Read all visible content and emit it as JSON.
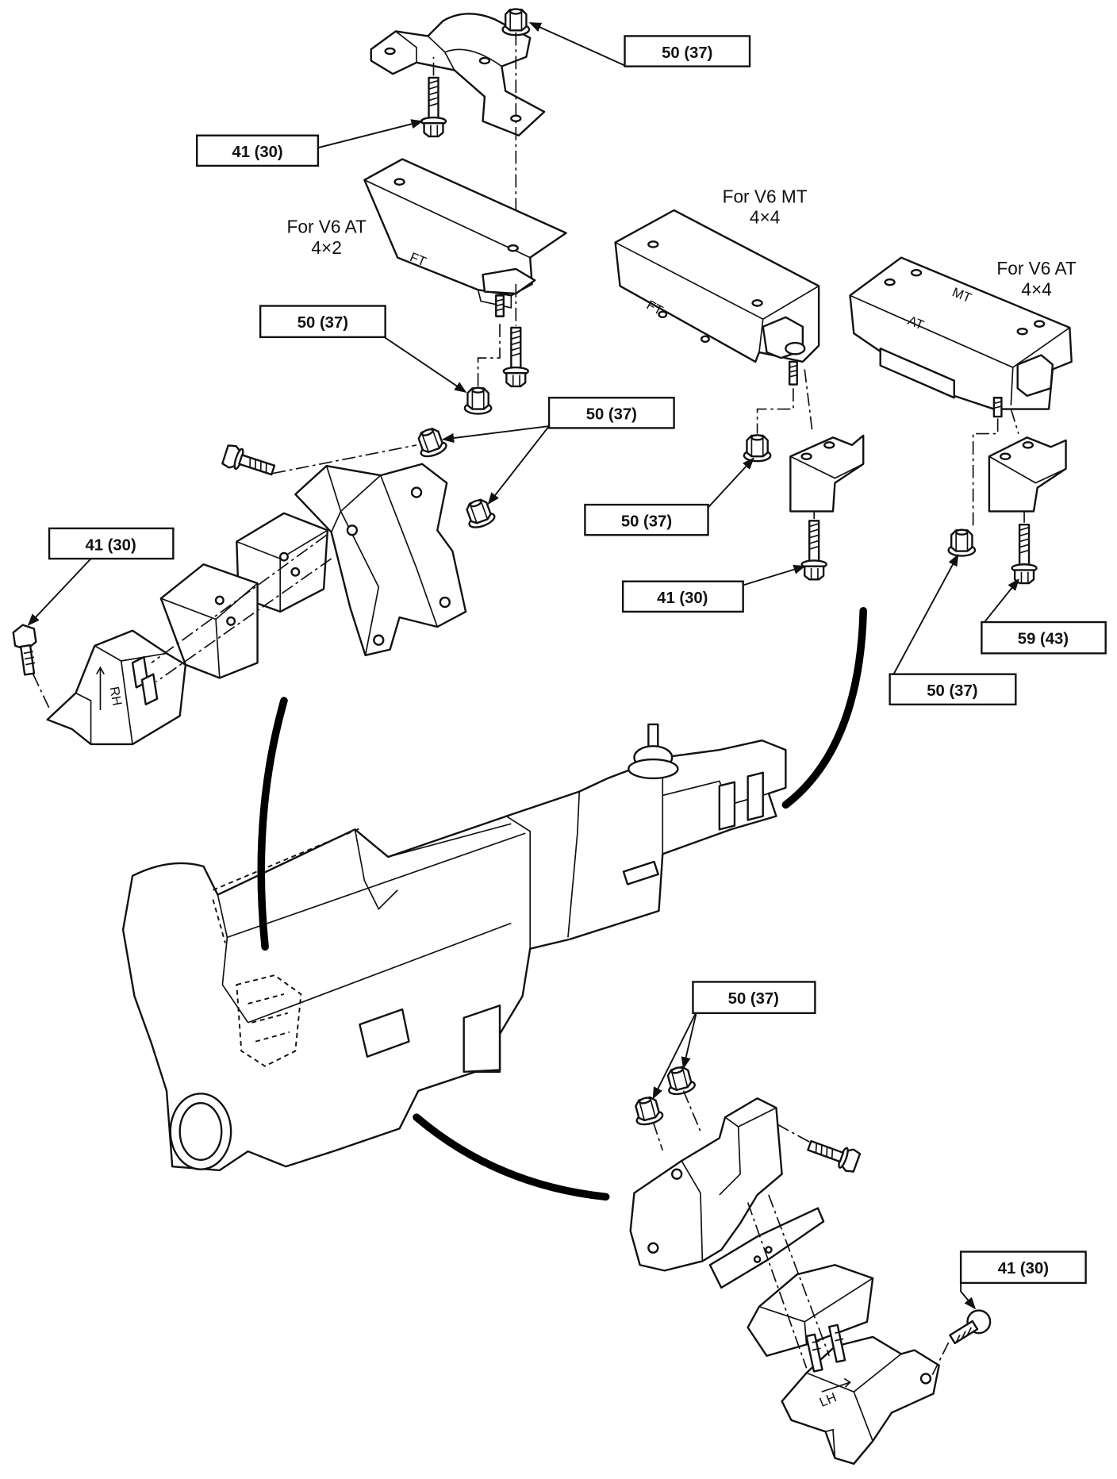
{
  "torque_labels": {
    "top_nut": "50 (37)",
    "top_bolt": "41 (30)",
    "at4x2_nut": "50 (37)",
    "rh_bracket_nuts": "50 (37)",
    "rh_mount_bolt": "41 (30)",
    "mt4x4_nut": "50 (37)",
    "mt4x4_bolt": "41 (30)",
    "at4x4_bolt": "59 (43)",
    "at4x4_nut": "50 (37)",
    "lh_bracket_nuts": "50 (37)",
    "lh_mount_bolt": "41 (30)"
  },
  "variants": {
    "at_4x2": {
      "line1": "For V6 AT",
      "line2": "4×2"
    },
    "mt_4x4": {
      "line1": "For V6 MT",
      "line2": "4×4"
    },
    "at_4x4": {
      "line1": "For V6 AT",
      "line2": "4×4"
    }
  },
  "markings": {
    "ft_4x2": "FT",
    "ft_mt4x4": "FT",
    "mt": "MT",
    "at": "AT",
    "rh": "RH",
    "lh": "LH"
  }
}
